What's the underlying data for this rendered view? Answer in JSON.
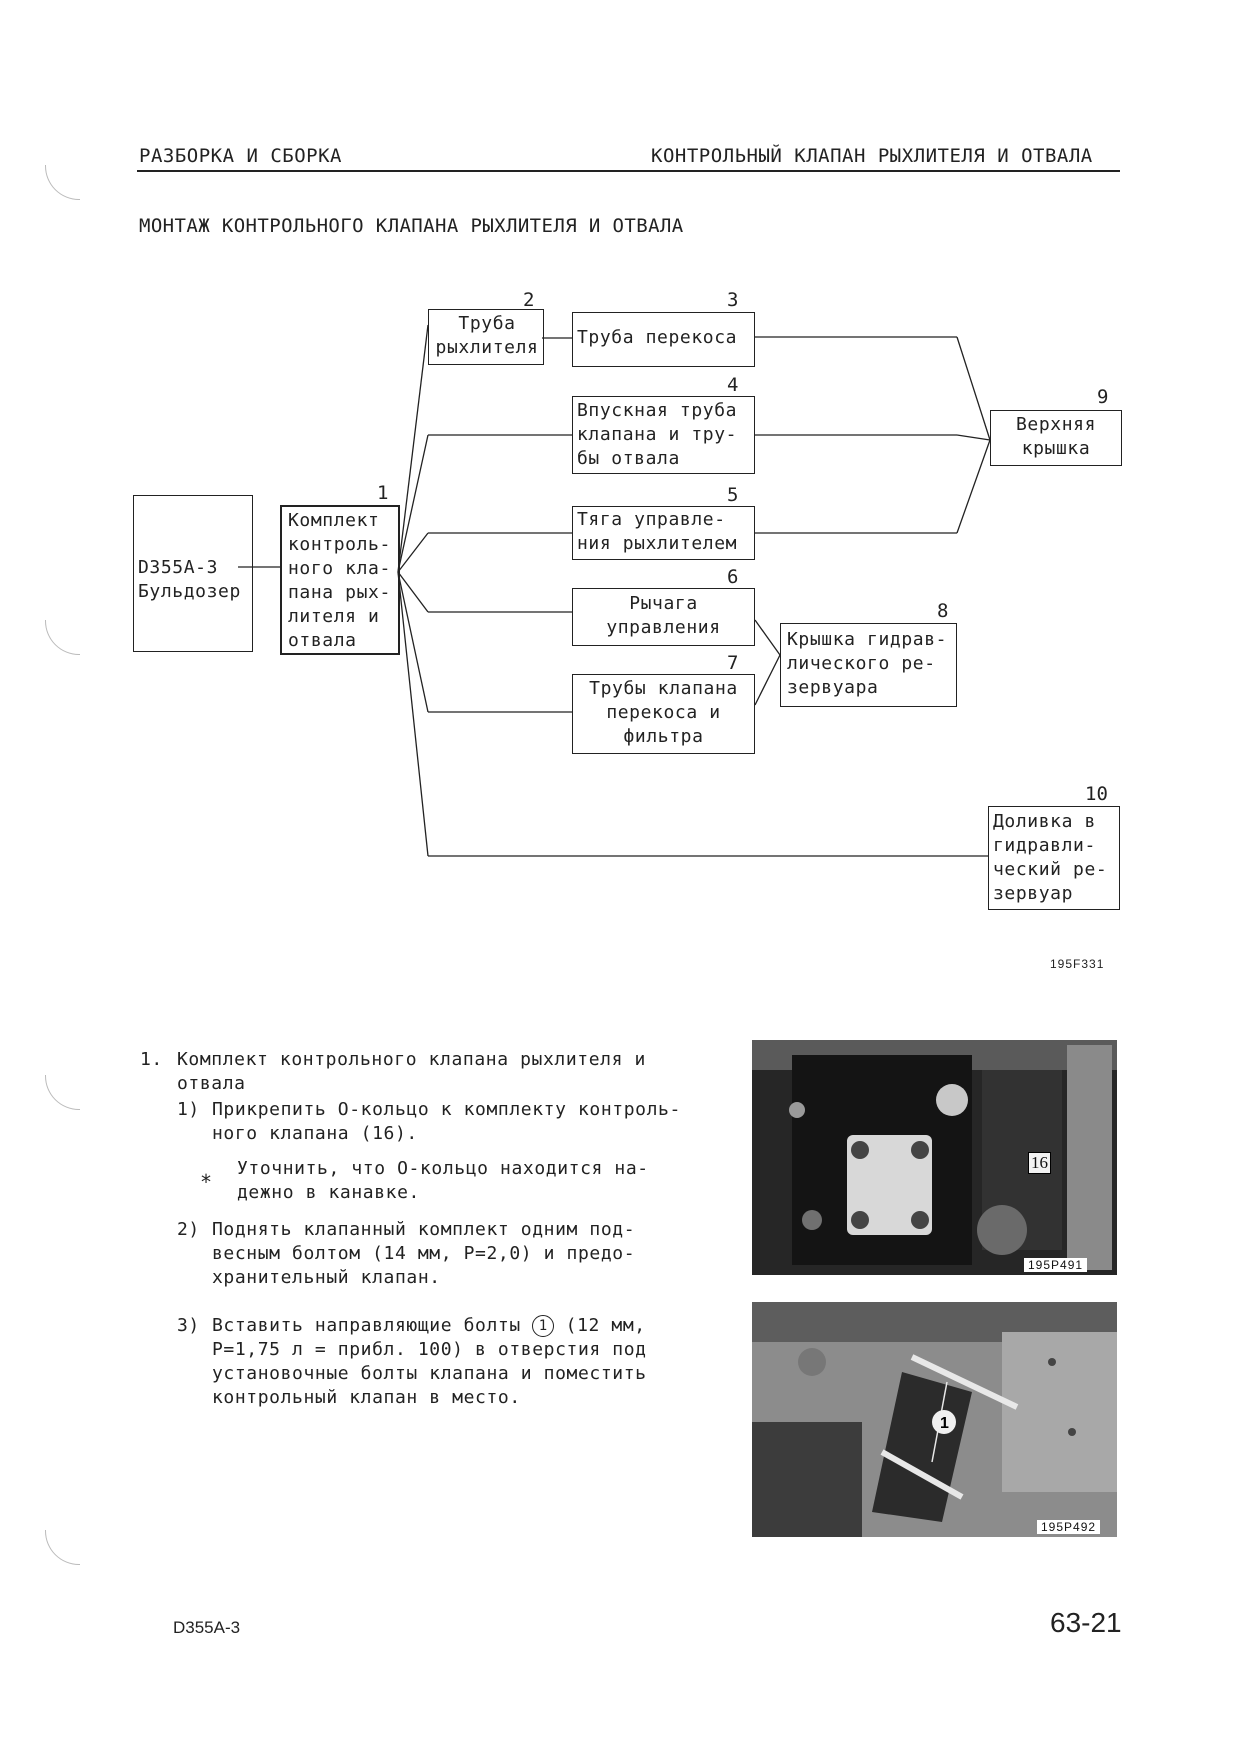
{
  "header": {
    "left": "РАЗБОРКА И СБОРКА",
    "right": "КОНТРОЛЬНЫЙ КЛАПАН РЫХЛИТЕЛЯ И ОТВАЛА"
  },
  "section_title": "МОНТАЖ КОНТРОЛЬНОГО КЛАПАНА РЫХЛИТЕЛЯ И ОТВАЛА",
  "diagram": {
    "root": "D355A-3\nБульдозер",
    "nodes": [
      {
        "num": "1",
        "text": "Комплект\nконтроль-\nного кла-\nпана рых-\nлителя и\nотвала"
      },
      {
        "num": "2",
        "text": "Труба\nрыхлителя"
      },
      {
        "num": "3",
        "text": "Труба перекоса"
      },
      {
        "num": "4",
        "text": "Впускная труба\nклапана и тру-\nбы отвала"
      },
      {
        "num": "5",
        "text": "Тяга управле-\nния рыхлителем"
      },
      {
        "num": "6",
        "text": "Рычага\nуправления"
      },
      {
        "num": "7",
        "text": "Трубы клапана\nперекоса и\nфильтра"
      },
      {
        "num": "8",
        "text": "Крышка гидрав-\nлического ре-\nзервуара"
      },
      {
        "num": "9",
        "text": "Верхняя\nкрышка"
      },
      {
        "num": "10",
        "text": "Доливка в\nгидравли-\nческий ре-\nзервуар"
      }
    ],
    "figure_code": "195F331"
  },
  "instructions": {
    "item1_num": "1.",
    "item1_title": "Комплект контрольного клапана рыхлителя и\nотвала",
    "step1_num": "1)",
    "step1_text": "Прикрепить О-кольцо к комплекту контроль-\nного клапана (16).",
    "note_mark": "*",
    "note_text": "Уточнить, что О-кольцо находится на-\nдежно в канавке.",
    "step2_num": "2)",
    "step2_text": "Поднять клапанный комплект одним под-\nвесным болтом (14 мм, Р=2,0) и предо-\nхранительный клапан.",
    "step3_num": "3)",
    "step3_a": "Вставить направляющие болты ",
    "step3_circ": "1",
    "step3_b": " (12 мм,",
    "step3_c": "Р=1,75 л = прибл. 100) в отверстия под\nустановочные болты клапана и поместить\nконтрольный клапан в место."
  },
  "photos": [
    {
      "label_part": "16",
      "code": "195P491"
    },
    {
      "label_part": "1",
      "code": "195P492"
    }
  ],
  "footer": {
    "model": "D355A-3",
    "page": "63-21"
  }
}
